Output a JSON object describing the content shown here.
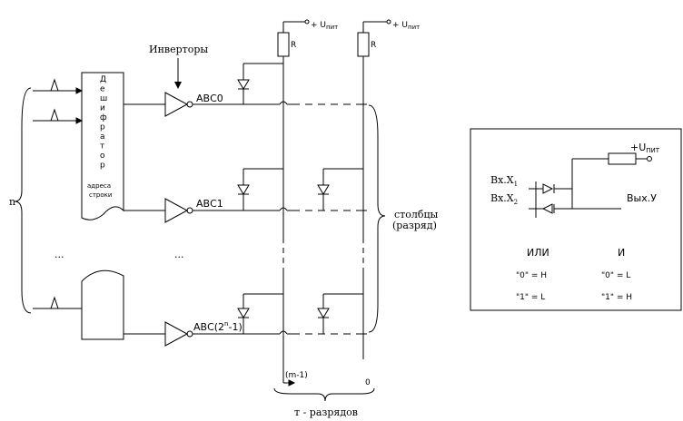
{
  "inverters_label": "Инверторы",
  "decoder_letters": [
    "Д",
    "е",
    "ш",
    "и",
    "ф",
    "р",
    "а",
    "т",
    "о",
    "р"
  ],
  "decoder_sub1": "адреса",
  "decoder_sub2": "строки",
  "row_labels": [
    "АВС0",
    "АВС1",
    "АВС(2",
    "-1)"
  ],
  "row_label_sup": "n",
  "n_label": "n",
  "dots": "...",
  "resistor_label": "R",
  "supply": "+ U",
  "supply_sub": "пит",
  "columns_label_1": "столбцы",
  "columns_label_2": "(разряд)",
  "col_m1": "(m-1)",
  "col_0": "0",
  "bits_label": "т  - разрядов",
  "inset": {
    "supply": "+U",
    "supply_sub": "ПИТ",
    "in1": "Вх.Х",
    "in1_sub": "1",
    "in2": "Вх.Х",
    "in2_sub": "2",
    "out": "Вых.У",
    "or_title": "ИЛИ",
    "and_title": "И",
    "or_zero": "\"0\" = H",
    "or_one": "\"1\" = L",
    "and_zero": "\"0\" = L",
    "and_one": "\"1\" = H"
  }
}
